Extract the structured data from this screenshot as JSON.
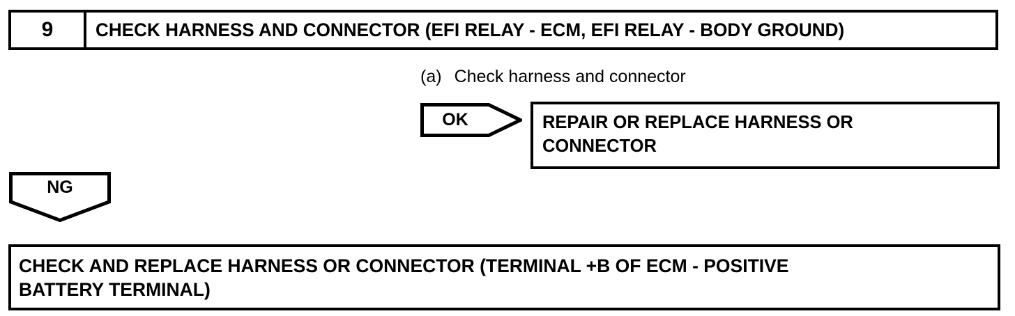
{
  "flowchart": {
    "step": {
      "number": "9",
      "title": "CHECK HARNESS AND CONNECTOR (EFI RELAY - ECM, EFI RELAY - BODY GROUND)"
    },
    "procedure": {
      "marker": "(a)",
      "text": "Check harness and connector"
    },
    "branches": {
      "ok": {
        "label": "OK",
        "arrow_icon": "arrow-right-pentagon-icon",
        "result_text": "REPAIR OR REPLACE HARNESS OR\nCONNECTOR"
      },
      "ng": {
        "label": "NG",
        "arrow_icon": "arrow-down-pentagon-icon"
      }
    },
    "final_action": {
      "text": "CHECK AND REPLACE HARNESS OR CONNECTOR (TERMINAL +B OF ECM - POSITIVE\nBATTERY TERMINAL)"
    },
    "colors": {
      "line": "#000000",
      "background": "#ffffff",
      "text": "#000000"
    }
  }
}
